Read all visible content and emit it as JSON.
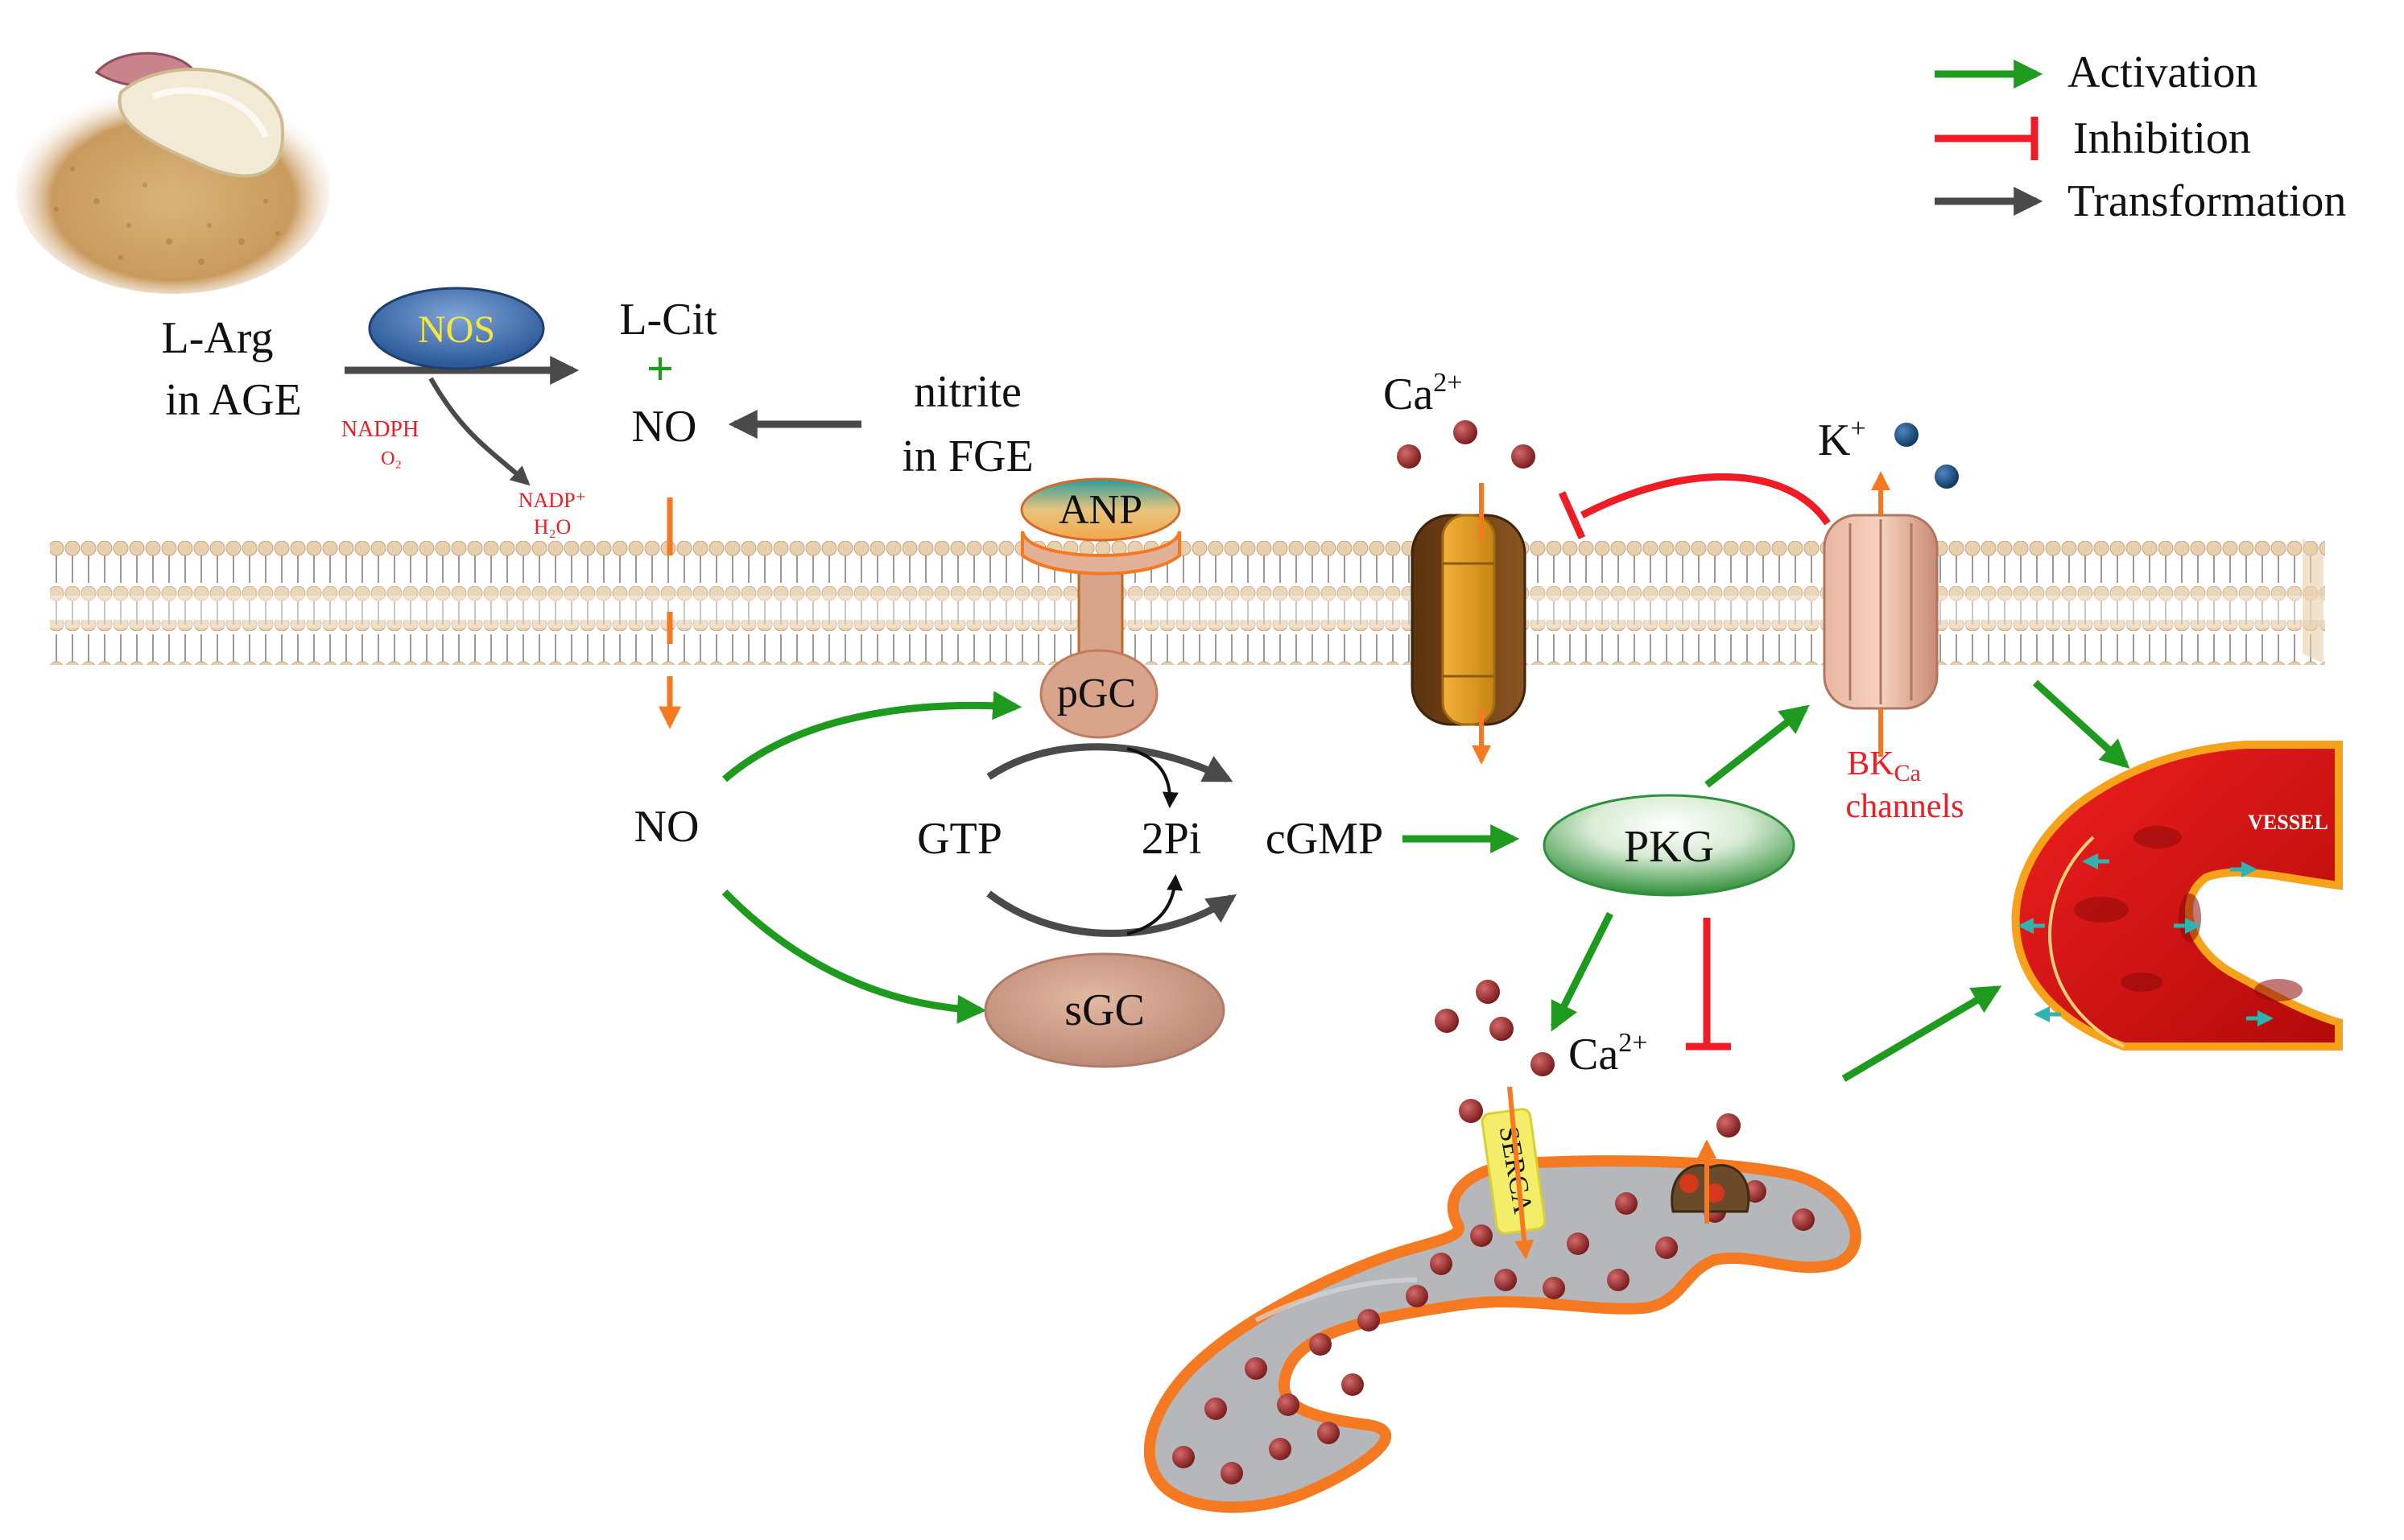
{
  "legend": {
    "activation": "Activation",
    "inhibition": "Inhibition",
    "transformation": "Transformation"
  },
  "colors": {
    "activation": "#1e9a1e",
    "inhibition": "#ee1c24",
    "transformation": "#4a4a4a",
    "orange": "#f47920",
    "calcium": "#9b2c2c",
    "potassium": "#1f4e79",
    "membrane": "#e9d3b6"
  },
  "labels": {
    "l_arg": "L-Arg",
    "in_age": "in AGE",
    "nos": "NOS",
    "nadph": "NADPH",
    "o2": "O₂",
    "nadp": "NADP⁺",
    "h2o": "H₂O",
    "l_cit": "L-Cit",
    "plus": "+",
    "no_top": "NO",
    "nitrite": "nitrite",
    "in_fge": "in FGE",
    "anp": "ANP",
    "ca_top": "Ca",
    "ca_top_sup": "2+",
    "k": "K",
    "k_sup": "+",
    "pgc": "pGC",
    "no_mid": "NO",
    "gtp": "GTP",
    "two_pi": "2Pi",
    "cgmp": "cGMP",
    "pkg": "PKG",
    "sgc": "sGC",
    "bk": "BK",
    "bk_sub": "Ca",
    "channels": "channels",
    "vessel": "VESSEL",
    "ca_bottom": "Ca",
    "ca_bottom_sup": "2+",
    "serca": "SERCA"
  }
}
